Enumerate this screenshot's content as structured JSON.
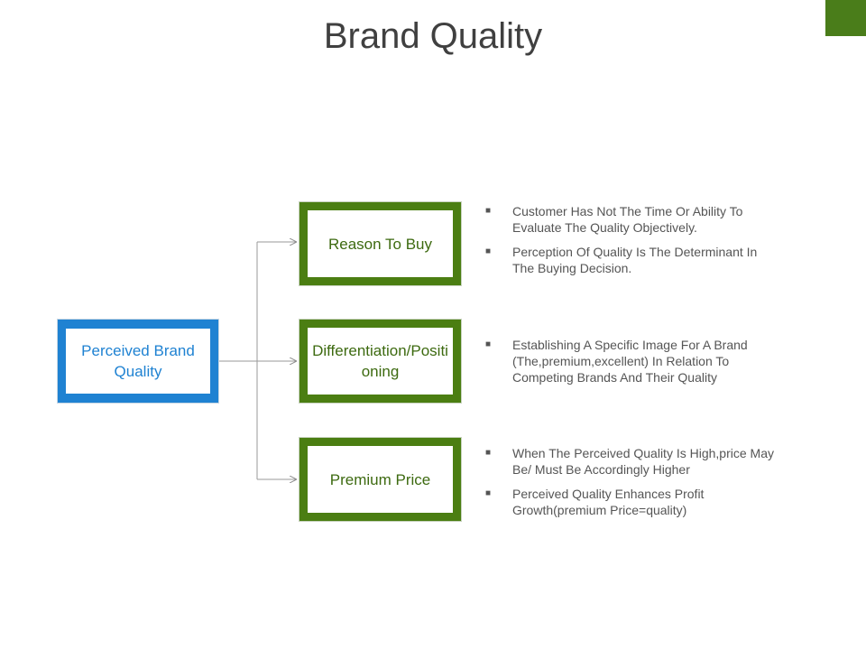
{
  "title": "Brand Quality",
  "colors": {
    "accent_green": "#4b7e12",
    "accent_blue": "#1f82d2",
    "text_gray": "#555555"
  },
  "root": {
    "label": "Perceived Brand Quality"
  },
  "branches": [
    {
      "label": "Reason To Buy",
      "bullets": [
        "Customer Has Not The Time Or Ability To Evaluate The Quality Objectively.",
        "Perception Of Quality Is The Determinant In The Buying Decision."
      ]
    },
    {
      "label": "Differentiation/Positioning",
      "bullets": [
        "Establishing A Specific Image For A Brand (The,premium,excellent) In Relation To Competing Brands And Their Quality"
      ]
    },
    {
      "label": "Premium Price",
      "bullets": [
        "When The Perceived Quality Is High,price May Be/ Must Be Accordingly Higher",
        "Perceived Quality Enhances Profit Growth(premium Price=quality)"
      ]
    }
  ]
}
